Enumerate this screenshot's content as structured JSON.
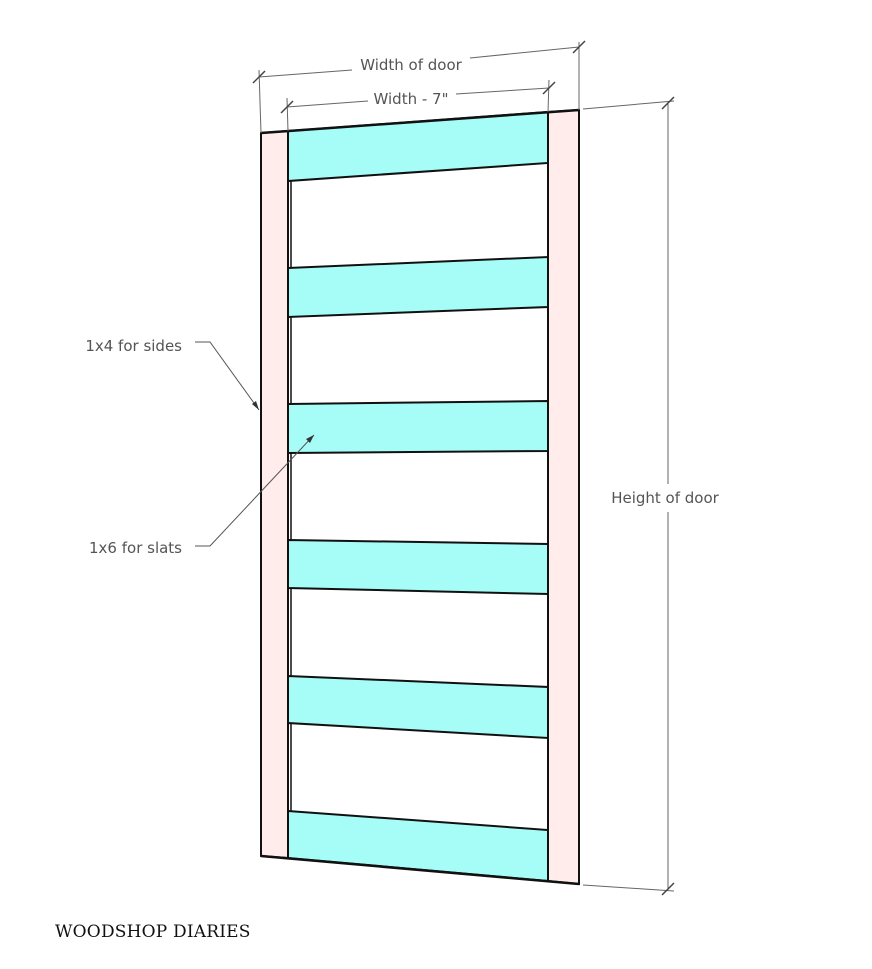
{
  "labels": {
    "width_of_door": "Width of door",
    "width_minus": "Width - 7\"",
    "height_of_door": "Height of door",
    "sides": "1x4 for sides",
    "slats": "1x6 for slats"
  },
  "brand": "WOODSHOP DIARIES",
  "colors": {
    "sides": "#ffeceb",
    "slats": "#a6fcf7",
    "outline": "#111111",
    "dimension_line": "#666666",
    "text": "#555555"
  },
  "slat_count": 6
}
